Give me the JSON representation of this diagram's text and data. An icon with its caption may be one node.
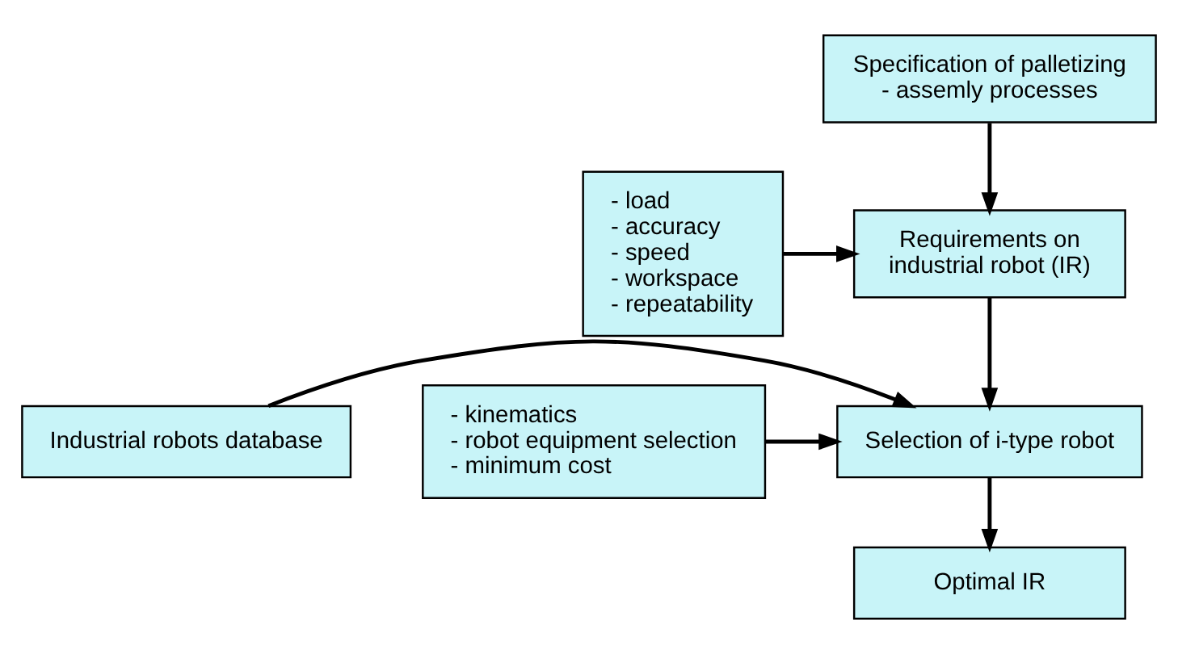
{
  "diagram": {
    "nodes": [
      {
        "text": [
          "Specification of palletizing - assemly processes"
        ]
      },
      {
        "text": [
          "Requirements on industrial robot (IR)"
        ]
      },
      {
        "text": [
          "- load",
          "- accuracy",
          "- speed",
          "- workspace",
          "- repeatability"
        ]
      },
      {
        "text": [
          "Industrial robots database"
        ]
      },
      {
        "text": [
          "Selection of i-type robot"
        ]
      },
      {
        "text": [
          "- kinematics",
          "- robot equipment selection",
          "- minimum cost"
        ]
      },
      {
        "text": [
          "Optimal IR"
        ]
      }
    ],
    "edges": [
      {
        "from": 0,
        "to": 1,
        "arrow": "to"
      },
      {
        "from": 2,
        "to": 1,
        "arrow": "to"
      },
      {
        "from": 1,
        "to": 4,
        "arrow": "to"
      },
      {
        "from": 3,
        "to": 4,
        "arrow": "to"
      },
      {
        "from": 5,
        "to": 4,
        "arrow": "to"
      },
      {
        "from": 4,
        "to": 6,
        "arrow": "to"
      }
    ]
  }
}
